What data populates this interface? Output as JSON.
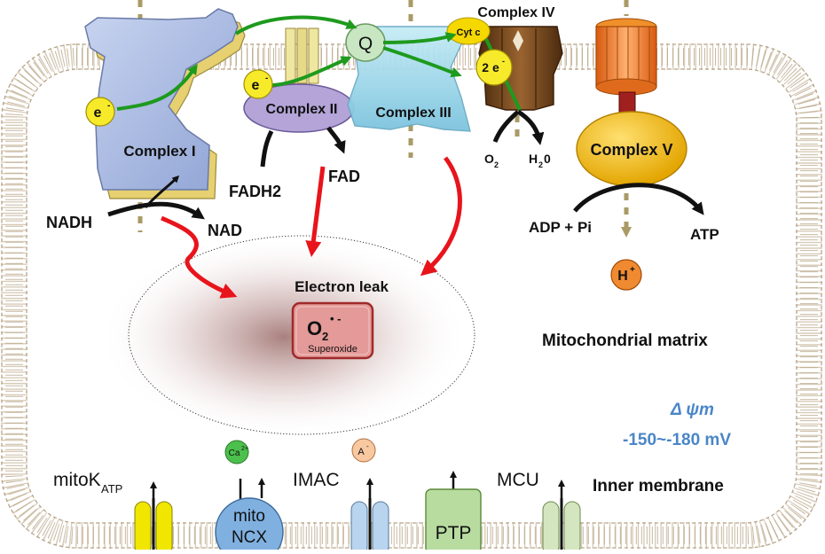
{
  "complexes": {
    "complex_i": "Complex I",
    "complex_ii": "Complex II",
    "complex_iii": "Complex III",
    "complex_iv": "Complex IV",
    "complex_v": "Complex V"
  },
  "carriers": {
    "q": "Q",
    "cyt_c": "Cyt c",
    "electron": "e",
    "electron_sup": "-",
    "two_electrons": "2 e",
    "two_electrons_sup": "-"
  },
  "substrates": {
    "nadh": "NADH",
    "nad": "NAD",
    "fadh2": "FADH2",
    "fad": "FAD",
    "o2": "O",
    "o2_sub": "2",
    "h2o_h": "H",
    "h2o_sub": "2",
    "h2o_o": "0",
    "adp_pi": "ADP + Pi",
    "atp": "ATP",
    "h_plus": "H",
    "h_plus_sup": "+"
  },
  "leak": {
    "label": "Electron leak",
    "superoxide_o": "O",
    "superoxide_sub": "2",
    "superoxide_sup": "• -",
    "superoxide_name": "Superoxide"
  },
  "regions": {
    "matrix": "Mitochondrial matrix",
    "inner_membrane": "Inner membrane",
    "delta_psi": "Δ ψm",
    "potential": "-150~-180 mV"
  },
  "channels": {
    "mitok_main": "mitoK",
    "mitok_sub": "ATP",
    "ca_ion": "Ca",
    "ca_sup": "2+",
    "mito_ncx_line1": "mito",
    "mito_ncx_line2": "NCX",
    "imac": "IMAC",
    "anion": "A",
    "anion_sup": "-",
    "ptp": "PTP",
    "mcu": "MCU"
  },
  "colors": {
    "complex_i": "#aebfe2",
    "complex_ii": "#b4a4d8",
    "complex_iii": "#a8dcec",
    "complex_iv": "#7a4a1e",
    "complex_v_head": "#f2b400",
    "complex_v_rotor": "#e06a1c",
    "electron_flow": "#1e9a1e",
    "electron_leak": "#e8141c",
    "proton_path": "#a99a66",
    "membrane_line": "#c8b8a0",
    "potential_text": "#4a86c8"
  }
}
